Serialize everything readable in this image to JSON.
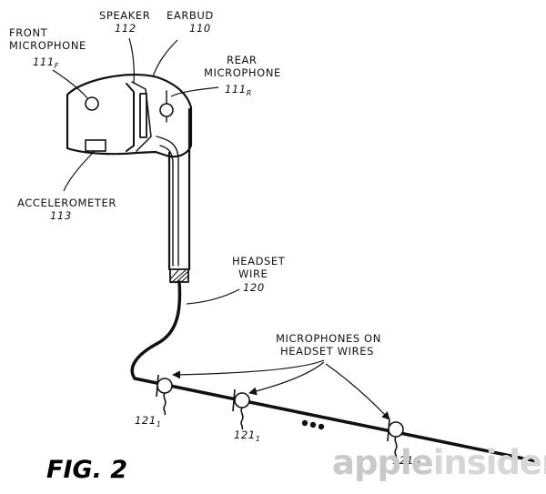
{
  "figure_title": "FIG. 2",
  "labels": {
    "front_microphone": {
      "line1": "FRONT",
      "line2": "MICROPHONE",
      "ref": "111",
      "sub": "F"
    },
    "speaker": {
      "line1": "SPEAKER",
      "ref": "112"
    },
    "earbud": {
      "line1": "EARBUD",
      "ref": "110"
    },
    "rear_microphone": {
      "line1": "REAR",
      "line2": "MICROPHONE",
      "ref": "111",
      "sub": "R"
    },
    "accelerometer": {
      "line1": "ACCELEROMETER",
      "ref": "113"
    },
    "headset_wire": {
      "line1": "HEADSET",
      "line2": "WIRE",
      "ref": "120"
    },
    "wire_microphones": {
      "line1": "MICROPHONES ON",
      "line2": "HEADSET WIRES"
    },
    "wire_mic_1": {
      "ref": "121",
      "sub": "1"
    },
    "wire_mic_2": {
      "ref": "121",
      "sub": "1"
    },
    "wire_mic_m": {
      "ref": "121",
      "sub": "M"
    }
  },
  "watermark": {
    "part1": "apple",
    "part2": "insider",
    "color1": "#c9c9c9",
    "color2": "#d6d6d6"
  },
  "colors": {
    "ink": "#111111",
    "background": "#ffffff"
  }
}
